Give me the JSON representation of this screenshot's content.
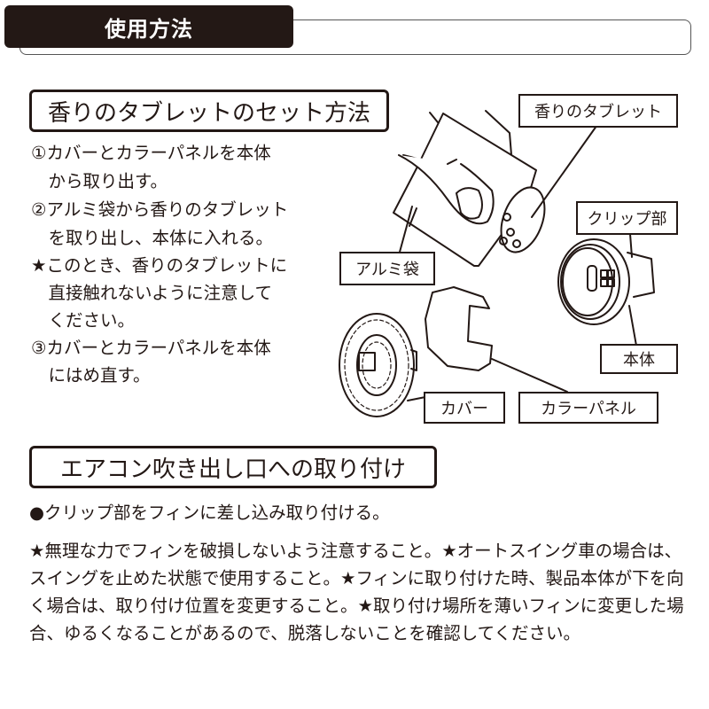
{
  "header": {
    "title": "使用方法"
  },
  "section1": {
    "title": "香りのタブレットのセット方法",
    "steps": [
      "①カバーとカラーパネルを本体",
      "　から取り出す。",
      "②アルミ袋から香りのタブレット",
      "　を取り出し、本体に入れる。",
      "★このとき、香りのタブレットに",
      "　直接触れないように注意して",
      "　ください。",
      "③カバーとカラーパネルを本体",
      "　にはめ直す。"
    ],
    "illustration_labels": {
      "tablet": "香りのタブレット",
      "clip": "クリップ部",
      "aluminum_bag": "アルミ袋",
      "body": "本体",
      "cover": "カバー",
      "color_panel": "カラーパネル"
    }
  },
  "section2": {
    "title": "エアコン吹き出し口への取り付け",
    "instruction": "●クリップ部をフィンに差し込み取り付ける。",
    "cautions": "★無理な力でフィンを破損しないよう注意すること。★オートスイング車の場合は、スイングを止めた状態で使用すること。★フィンに取り付けた時、製品本体が下を向く場合は、取り付け位置を変更すること。★取り付け場所を薄いフィンに変更した場合、ゆるくなることがあるので、脱落しないことを確認してください。"
  },
  "colors": {
    "ink": "#231815",
    "background": "#ffffff"
  }
}
